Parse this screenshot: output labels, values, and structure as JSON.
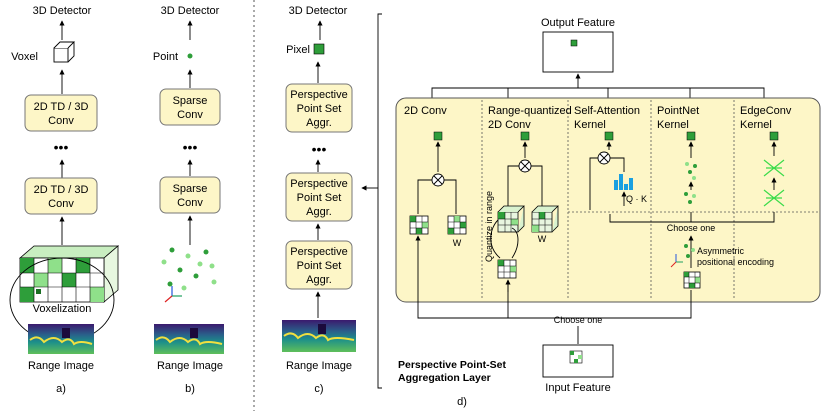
{
  "panel_a": {
    "top": "3D Detector",
    "voxel": "Voxel",
    "box1": [
      "2D TD / 3D",
      "Conv"
    ],
    "box2": [
      "2D TD / 3D",
      "Conv"
    ],
    "voxelization": "Voxelization",
    "range_image": "Range Image",
    "caption": "a)"
  },
  "panel_b": {
    "top": "3D Detector",
    "point": "Point",
    "box1": [
      "Sparse",
      "Conv"
    ],
    "box2": [
      "Sparse",
      "Conv"
    ],
    "range_image": "Range Image",
    "caption": "b)"
  },
  "panel_c": {
    "top": "3D Detector",
    "pixel": "Pixel",
    "box1": [
      "Perspective",
      "Point Set",
      "Aggr."
    ],
    "box2": [
      "Perspective",
      "Point Set",
      "Aggr."
    ],
    "box3": [
      "Perspective",
      "Point Set",
      "Aggr."
    ],
    "range_image": "Range Image",
    "caption": "c)"
  },
  "panel_d": {
    "output_feature": "Output Feature",
    "input_feature": "Input Feature",
    "layer_title": [
      "Perspective Point-Set",
      "Aggregation Layer"
    ],
    "caption": "d)",
    "col_2dconv": "2D Conv",
    "col_rq": [
      "Range-quantized",
      "2D Conv"
    ],
    "col_sa": [
      "Self-Attention",
      "Kernel"
    ],
    "col_pn": [
      "PointNet",
      "Kernel"
    ],
    "col_ec": [
      "EdgeConv",
      "Kernel"
    ],
    "w1": "W",
    "w2": "W",
    "qk": "Q · K",
    "quantize": "Quantize in range",
    "choose_top": "Choose one",
    "choose_bottom": "Choose one",
    "asym": [
      "Asymmetric",
      "positional encoding"
    ]
  },
  "colors": {
    "box_fill": "#fdf6c7",
    "green_dark": "#2e9e3a",
    "green_light": "#8fe08a",
    "blue_bars": "#1aa0e0"
  }
}
